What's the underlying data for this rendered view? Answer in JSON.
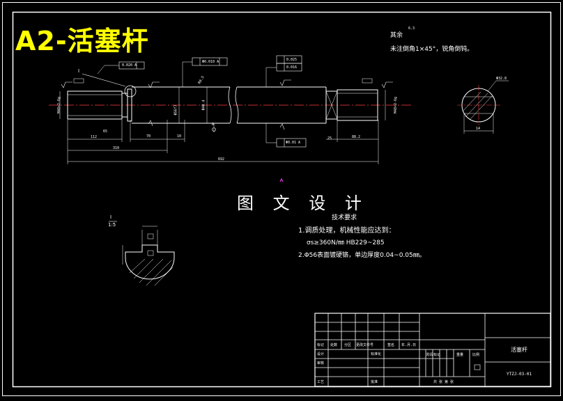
{
  "title": "A2-活塞杆",
  "watermark": "图 文 设 计",
  "roughness_note": {
    "prefix": "其余",
    "symbol_value": "6.3",
    "chamfer_note": "未注倒角1×45°，锐角倒钝。"
  },
  "tech_requirements": {
    "heading": "技术要求",
    "line1": "1.调质处理，机械性能应达到：",
    "line2": "σs≥360N/㎜ HB229~285",
    "line3": "2.Φ56表面镀硬铬，单边厚度0.04~0.05㎜。"
  },
  "detail_label": {
    "name": "I",
    "scale": "1:5"
  },
  "callout_I": "I",
  "main_dims": {
    "d_left": "M48×2-6g",
    "d_right": "M48×2-6g",
    "d_mid": "Φ56f7",
    "d_neck": "Φ40.4",
    "len_total": "692",
    "len_left": "310",
    "len_thread": "112",
    "len_groove": "65",
    "len_70": "70",
    "len_10": "10",
    "len_right": "88.2",
    "len_25": "25",
    "chamfer_r": "R0.5"
  },
  "gdt": {
    "box1": "0.020 A",
    "box2": "Φ0.010 A",
    "box3a": "0.025",
    "box3b": "0.016",
    "box4": "Φ0.01 A",
    "datum": "A"
  },
  "section": {
    "dia": "Φ32.8",
    "width": "14"
  },
  "title_block": {
    "part_name": "活塞杆",
    "drawing_no": "YTZJ-03-01",
    "row_labels": [
      "标记",
      "处数",
      "分区",
      "更改文件号",
      "签名",
      "年.月.日"
    ],
    "design": "设计",
    "standard": "标准化",
    "review": "审核",
    "process": "工艺",
    "approve": "批准",
    "stage_label": "阶段标记",
    "weight": "重量",
    "scale": "比例",
    "sheet_info": "共 张 第 张"
  }
}
